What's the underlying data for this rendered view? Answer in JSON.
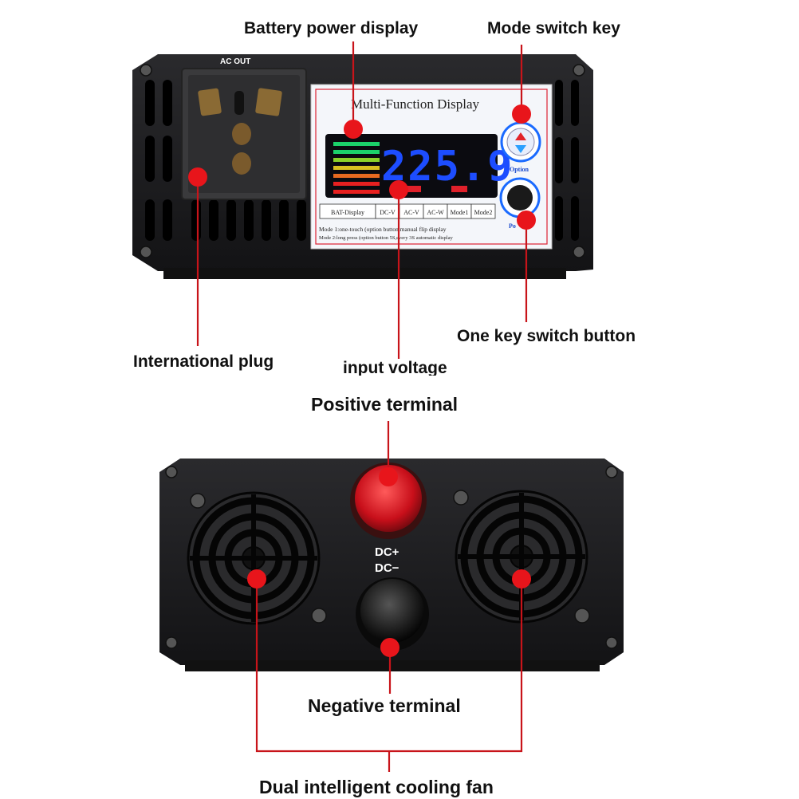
{
  "callouts": {
    "battery_power_display": "Battery power display",
    "mode_switch_key": "Mode switch key",
    "international_plug": "International plug",
    "input_voltage": "input voltage",
    "one_key_switch_button": "One key switch button",
    "positive_terminal": "Positive terminal",
    "negative_terminal": "Negative terminal",
    "dual_cooling_fan": "Dual intelligent cooling fan"
  },
  "front_panel": {
    "ac_out_label": "AC  OUT",
    "display_title": "Multi-Function Display",
    "voltage_reading": "225.9",
    "option_label": "Option",
    "power_label": "Po",
    "mode_tabs": [
      "BAT-Display",
      "DC-V",
      "AC-V",
      "AC-W",
      "Mode1",
      "Mode2"
    ],
    "mode_note_1": "Mode 1:one-touch (option button,manual flip display",
    "mode_note_2": "Mode 2:long press (option button 5S,every 3S automatic display"
  },
  "rear_panel": {
    "dc_plus": "DC+",
    "dc_minus": "DC−"
  },
  "colors": {
    "callout_red": "#e8151b",
    "line_red": "#c8141a",
    "case_black": "#1c1c1e",
    "segment_blue": "#1d4dff",
    "panel_bg": "#f4f6fa"
  }
}
